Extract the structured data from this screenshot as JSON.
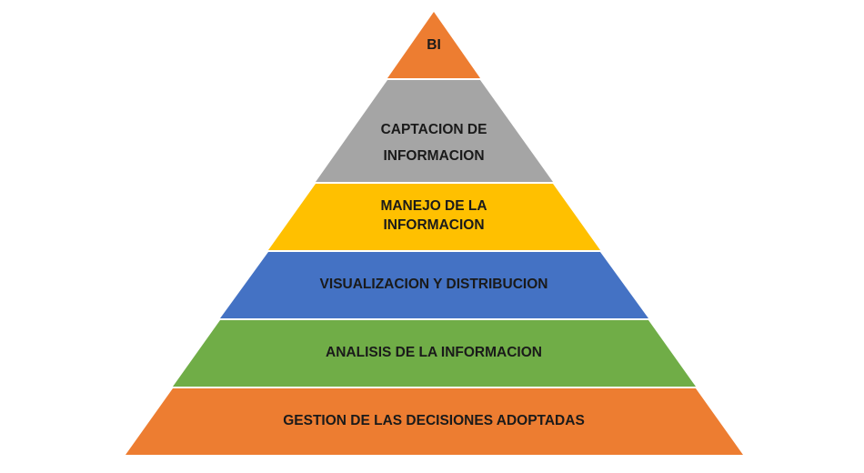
{
  "pyramid": {
    "tiers": [
      {
        "id": "bi",
        "lines": [
          "BI"
        ],
        "color": "#ED7D31"
      },
      {
        "id": "captacion",
        "lines": [
          "CAPTACION DE",
          "INFORMACION"
        ],
        "color": "#A5A5A5"
      },
      {
        "id": "manejo",
        "lines": [
          "MANEJO DE LA",
          "INFORMACION"
        ],
        "color": "#FFC000"
      },
      {
        "id": "visualizacion",
        "lines": [
          "VISUALIZACION Y DISTRIBUCION"
        ],
        "color": "#4472C4"
      },
      {
        "id": "analisis",
        "lines": [
          "ANALISIS DE LA INFORMACION"
        ],
        "color": "#70AD47"
      },
      {
        "id": "gestion",
        "lines": [
          "GESTION DE LAS DECISIONES ADOPTADAS"
        ],
        "color": "#ED7D31"
      }
    ]
  }
}
